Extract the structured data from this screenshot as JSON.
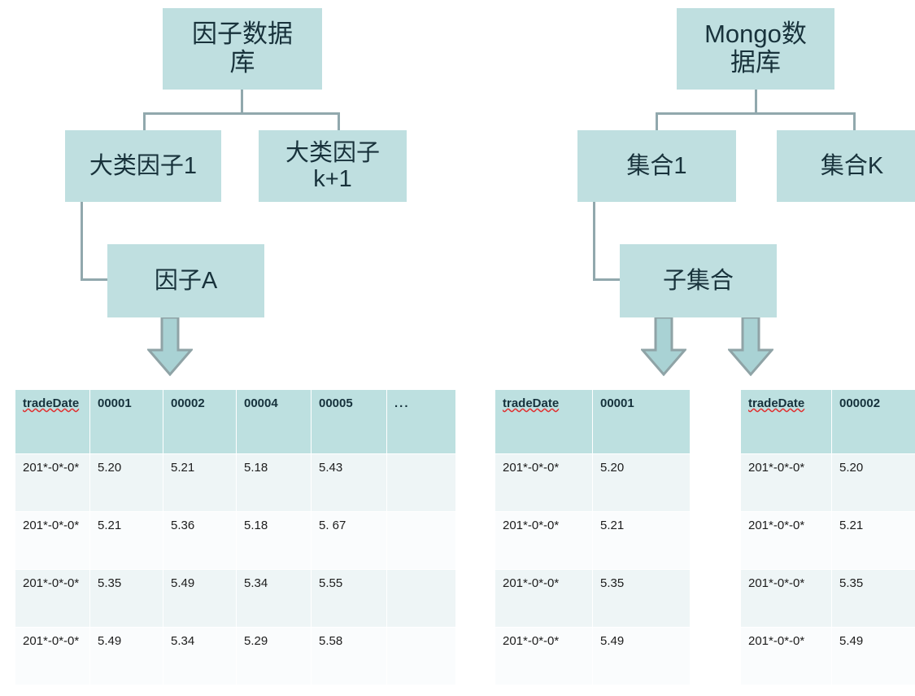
{
  "left_tree": {
    "root": {
      "label": "因子数据\n库",
      "name": "factor-database"
    },
    "children": [
      {
        "label": "大类因子1",
        "name": "category-factor-1"
      },
      {
        "label": "大类因子\nk+1",
        "name": "category-factor-k1"
      }
    ],
    "leaf": {
      "label": "因子A",
      "name": "factor-a"
    }
  },
  "right_tree": {
    "root": {
      "label": "Mongo数\n据库",
      "name": "mongo-database"
    },
    "children": [
      {
        "label": "集合1",
        "name": "collection-1"
      },
      {
        "label": "集合K",
        "name": "collection-k"
      }
    ],
    "leaf": {
      "label": "子集合",
      "name": "sub-collection"
    }
  },
  "table_wide": {
    "name": "factor-a-table",
    "headers": [
      "tradeDate",
      "00001",
      "00002",
      "00004",
      "00005",
      "..."
    ],
    "rows": [
      [
        "201*-0*-0*",
        "5.20",
        "5.21",
        "5.18",
        "5.43",
        ""
      ],
      [
        "201*-0*-0*",
        "5.21",
        "5.36",
        "5.18",
        "5. 67",
        ""
      ],
      [
        "201*-0*-0*",
        "5.35",
        "5.49",
        "5.34",
        "5.55",
        ""
      ],
      [
        "201*-0*-0*",
        "5.49",
        "5.34",
        "5.29",
        "5.58",
        ""
      ]
    ]
  },
  "table_mid": {
    "name": "collection-00001-table",
    "headers": [
      "tradeDate",
      "00001"
    ],
    "rows": [
      [
        "201*-0*-0*",
        "5.20"
      ],
      [
        "201*-0*-0*",
        "5.21"
      ],
      [
        "201*-0*-0*",
        "5.35"
      ],
      [
        "201*-0*-0*",
        "5.49"
      ]
    ]
  },
  "table_right": {
    "name": "collection-000002-table",
    "headers": [
      "tradeDate",
      "000002"
    ],
    "rows": [
      [
        "201*-0*-0*",
        "5.20"
      ],
      [
        "201*-0*-0*",
        "5.21"
      ],
      [
        "201*-0*-0*",
        "5.35"
      ],
      [
        "201*-0*-0*",
        "5.49"
      ]
    ]
  },
  "colors": {
    "box_fill": "#bfdfe0",
    "header_fill": "#bde0e0",
    "connector": "#91a8ad",
    "arrow_fill": "#a9d2d4",
    "arrow_stroke": "#8fa3a6",
    "row_odd": "#eef5f6",
    "row_even": "#fafcfd",
    "spellcheck": "#e03030"
  }
}
